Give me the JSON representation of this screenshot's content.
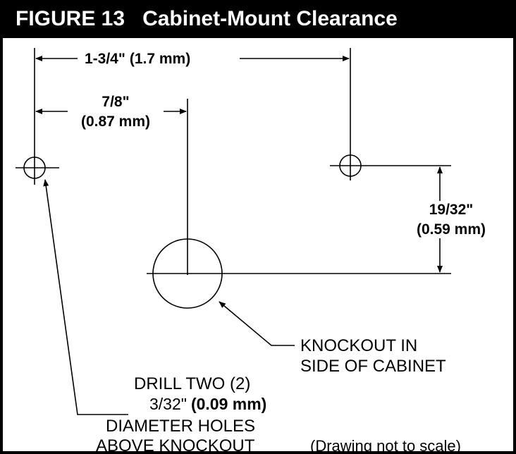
{
  "figure": {
    "number_label": "FIGURE 13",
    "title": "Cabinet-Mount Clearance"
  },
  "dimensions": {
    "hole_spacing": {
      "imperial": "1-3/4\"",
      "metric": "(1.7 mm)"
    },
    "hole_to_knockout_horizontal": {
      "imperial": "7/8\"",
      "metric": "(0.87 mm)"
    },
    "hole_to_knockout_vertical": {
      "imperial": "19/32\"",
      "metric": "(0.59 mm)"
    }
  },
  "callouts": {
    "knockout": {
      "line1": "KNOCKOUT IN",
      "line2": "SIDE OF CABINET"
    },
    "drill": {
      "line1": "DRILL TWO (2)",
      "line2_imperial": "3/32\"",
      "line2_metric": "(0.09 mm)",
      "line3": "DIAMETER HOLES",
      "line4": "ABOVE KNOCKOUT"
    }
  },
  "note": "(Drawing not to scale)",
  "colors": {
    "ink": "#000000",
    "paper": "#ffffff"
  }
}
